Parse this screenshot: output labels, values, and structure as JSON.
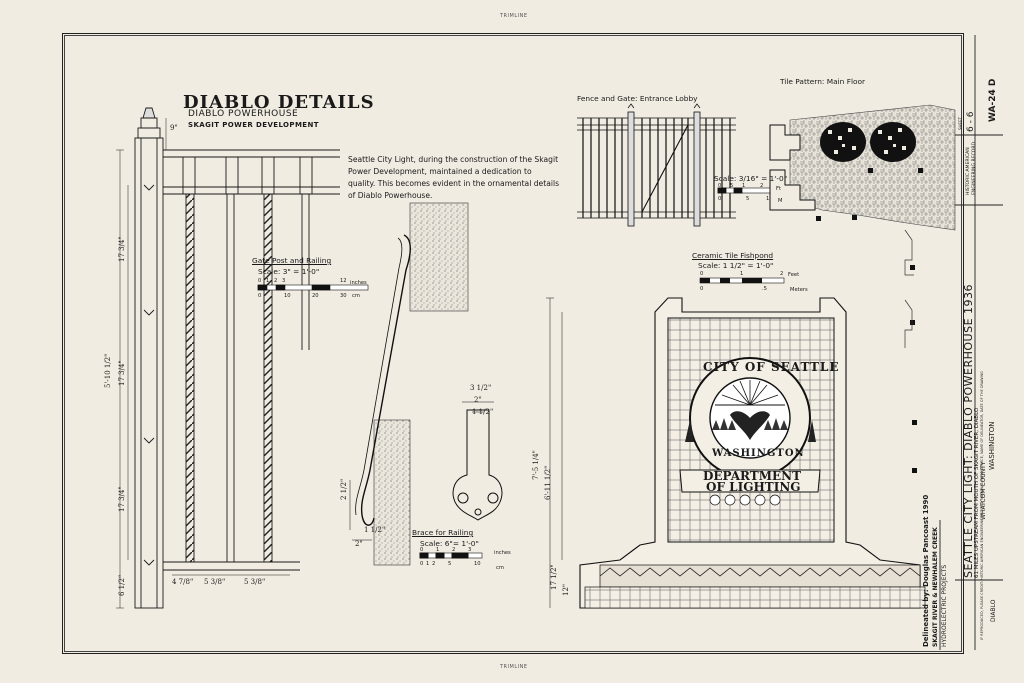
{
  "sheet": {
    "trim_top": "TRIMLINE",
    "trim_bottom": "TRIMLINE"
  },
  "header": {
    "title": "DIABLO DETAILS",
    "subtitle": "DIABLO POWERHOUSE",
    "project": "SKAGIT POWER DEVELOPMENT"
  },
  "description": "Seattle City Light, during the construction of the Skagit Power Development, maintained a dedication to quality. This becomes evident in the ornamental details of Diablo Powerhouse.",
  "details": {
    "gate_post": {
      "label": "Gate Post and Railing",
      "scale": "Scale: 3\" = 1'-0\"",
      "bar_top": [
        "0",
        "1",
        "2",
        "3",
        "12",
        "inches"
      ],
      "bar_bottom": [
        "0",
        "10",
        "20",
        "30",
        "cm"
      ]
    },
    "brace": {
      "label": "Brace for Railing",
      "scale": "Scale: 6\"= 1'-0\"",
      "bar_top": [
        "0",
        "1",
        "2",
        "3",
        "inches"
      ],
      "bar_bottom": [
        "0",
        "1",
        "2",
        "5",
        "10",
        "cm"
      ]
    },
    "fence": {
      "label": "Fence and Gate: Entrance Lobby",
      "scale": "Scale: 3/16\" = 1'-0\"",
      "bar_top": [
        "0",
        "5",
        "1",
        "2",
        "Ft"
      ],
      "bar_bottom": [
        "0",
        "5",
        "1",
        "M"
      ]
    },
    "tile": {
      "label": "Tile Pattern: Main Floor"
    },
    "fishpond": {
      "label": "Ceramic Tile Fishpond",
      "scale": "Scale: 1 1/2\" = 1'-0\"",
      "bar_top": [
        "0",
        "1",
        "2",
        "Feet"
      ],
      "bar_bottom": [
        "0",
        ".5",
        "Meters"
      ],
      "emblem_top": "CITY OF SEATTLE",
      "emblem_state": "WASHINGTON",
      "emblem_dept_1": "DEPARTMENT",
      "emblem_dept_2": "OF LIGHTING"
    }
  },
  "dimensions": {
    "post_top": "9\"",
    "post_total": "5'-10 1/2\"",
    "post_upper": "17 3/4\"",
    "post_mid": "17 3/4\"",
    "post_lower": "17 3/4\"",
    "post_base": "6 1/2\"",
    "rail_a": "4 7/8\"",
    "rail_b": "5 3/8\"",
    "rail_c": "5 3/8\"",
    "brace_w": "3 1/2\"",
    "brace_w2": "2\"",
    "brace_w3": "1 1/2\"",
    "brace_side_1": "2 1/2\"",
    "brace_side_2": "1 1/2\"",
    "brace_bottom": "2\"",
    "pond_total": "7'-5 1/4\"",
    "pond_inner": "6'-11 1/2\"",
    "pond_base_1": "17 1/2\"",
    "pond_base_2": "12\""
  },
  "credits": {
    "delineator_line1": "Delineated by: Douglas Pancoast 1990",
    "delineator_line2": "SKAGIT RIVER & NEWHALEM CREEK",
    "delineator_line3": "HYDROELECTRIC PROJECTS",
    "fine_print": "IF REPRODUCED, PLEASE CREDIT: HISTORIC AMERICAN ENGINEERING RECORD, NATIONAL PARK SERVICE, NAME OF DELINEATOR, DATE OF THE DRAWING"
  },
  "title_block": {
    "main": "SEATTLE CITY LIGHT: DIABLO POWERHOUSE 1936",
    "location": "61 MILES UPSTREAM FROM MOUTH OF SKAGIT RIVER, DIABLO",
    "county": "WHATCOM COUNTY",
    "state": "WASHINGTON",
    "short": "DIABLO",
    "survey_label": "HISTORIC AMERICAN ENGINEERING RECORD",
    "sheet_label": "SHEET",
    "sheet_number": "6 - 6",
    "record_number": "WA-24 D"
  }
}
